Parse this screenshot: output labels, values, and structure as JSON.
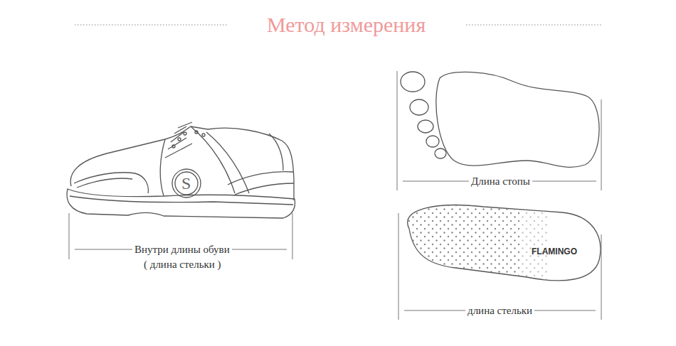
{
  "diagram": {
    "title": "Метод измерения",
    "labels": [
      "S",
      "Внутри длины обуви",
      "( длина стельки )",
      "Длина стопы",
      "FLAMINGO",
      "длина стельки"
    ]
  }
}
